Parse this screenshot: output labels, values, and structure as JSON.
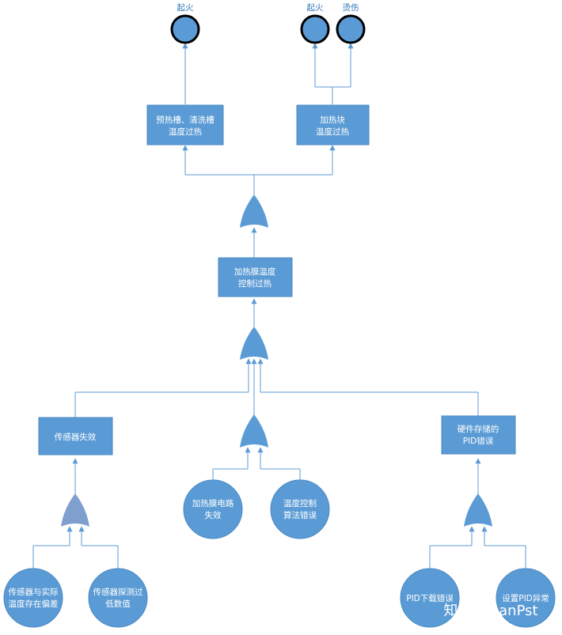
{
  "top_events": {
    "fire_1": "起火",
    "fire_2": "起火",
    "burn": "烫伤"
  },
  "boxes": {
    "preheat_tank": [
      "预热槽、清洗槽",
      "温度过热"
    ],
    "heating_block": [
      "加热块",
      "温度过热"
    ],
    "heating_film_control": [
      "加热膜温度",
      "控制过热"
    ],
    "sensor_failure": [
      "传感器失效"
    ],
    "hardware_pid": [
      "硬件存储的",
      "PID错误"
    ]
  },
  "basic_events": {
    "sensor_deviation": [
      "传感器与实际",
      "温度存在偏差"
    ],
    "sensor_low": [
      "传感器探测过",
      "低数值"
    ],
    "film_circuit": [
      "加热膜电路",
      "失效"
    ],
    "temp_algorithm": [
      "温度控制",
      "算法错误"
    ],
    "pid_download": [
      "PID下载错误"
    ],
    "pid_setting": [
      "设置PID异常"
    ]
  },
  "watermark": "知乎 @LanPst",
  "colors": {
    "box_fill": "#5b9bd5",
    "gate_fill": "#5b9bd5",
    "gate_fill_light": "#7f9fcf",
    "top_circle_outline": "#000000",
    "label_text": "#2e75b6"
  }
}
